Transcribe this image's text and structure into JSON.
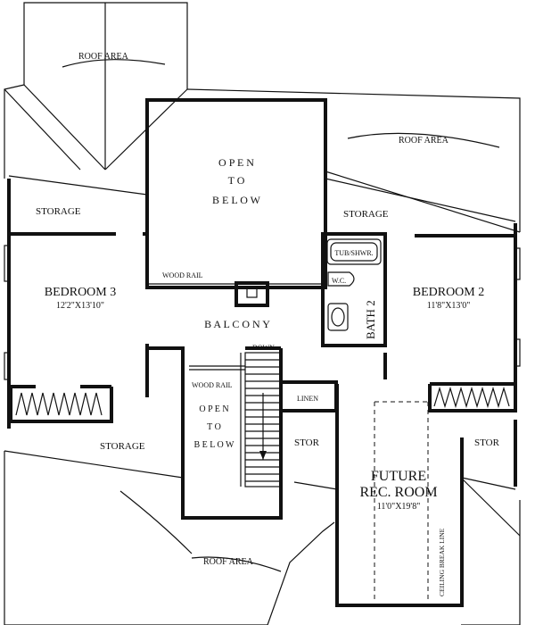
{
  "plan": {
    "roof_area_labels": [
      "ROOF AREA",
      "ROOF AREA",
      "ROOF AREA"
    ],
    "open_to_below_main": [
      "O P E N",
      "T O",
      "B E L O W"
    ],
    "open_to_below_stair": [
      "O P E N",
      "T O",
      "B E L O W"
    ],
    "storage_labels": [
      "STORAGE",
      "STORAGE",
      "STORAGE"
    ],
    "stor_labels": [
      "STOR",
      "STOR"
    ],
    "bedroom3": {
      "name": "BEDROOM 3",
      "size": "12'2\"X13'10\""
    },
    "bedroom2": {
      "name": "BEDROOM 2",
      "size": "11'8\"X13'0\""
    },
    "bath2": "BATH 2",
    "tub_shower": "TUB/SHWR.",
    "wc": "W.C.",
    "balcony": "B A L C O N Y",
    "wood_rail_top": "WOOD RAIL",
    "wood_rail_stair": "WOOD RAIL",
    "down": "DOWN",
    "linen": "LINEN",
    "future_rec_room": {
      "line1": "FUTURE",
      "line2": "REC. ROOM",
      "size": "11'0\"X19'8\""
    },
    "ceiling_break_line": "CEILING BREAK LINE"
  }
}
